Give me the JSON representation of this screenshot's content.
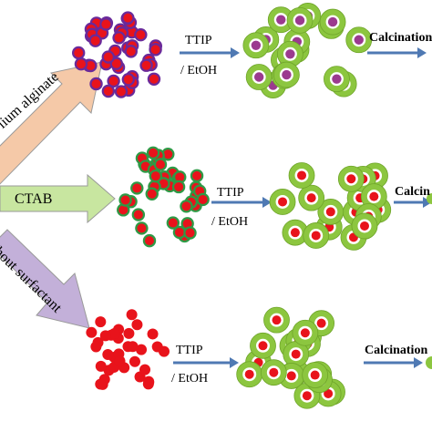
{
  "colors": {
    "background": "#ffffff",
    "green_shell": "#8cc63f",
    "green_shell_edge": "#6fa52a",
    "shell_inner_gap": "#ffffff",
    "purple_shell": "#6a2a9a",
    "red_core": "#e8131b",
    "ctab_shell": "#2e9a46",
    "calcined_core": "#9b3a8f",
    "blue_arrow": "#4f79b3",
    "peach_arrow": "#f5c9a8",
    "ctab_arrow": "#c8e6a0",
    "lavender_arrow": "#c3b0d9"
  },
  "rows": [
    {
      "surfactant": "Sodium alginate",
      "visible_surfactant_text": "lium alginate",
      "step1_reagent": [
        "TTIP",
        "/ EtOH"
      ],
      "step2_label": "Calcination",
      "core_style": "red-core-purple-shell"
    },
    {
      "surfactant": "CTAB",
      "visible_surfactant_text": "CTAB",
      "step1_reagent": [
        "TTIP",
        "/ EtOH"
      ],
      "step2_label": "Calcin",
      "core_style": "red-core-green-shell"
    },
    {
      "surfactant": "Without surfactant",
      "visible_surfactant_text": "hout surfactant",
      "step1_reagent": [
        "TTIP",
        "/ EtOH"
      ],
      "step2_label": "Calcination",
      "core_style": "bare-red-core"
    }
  ]
}
